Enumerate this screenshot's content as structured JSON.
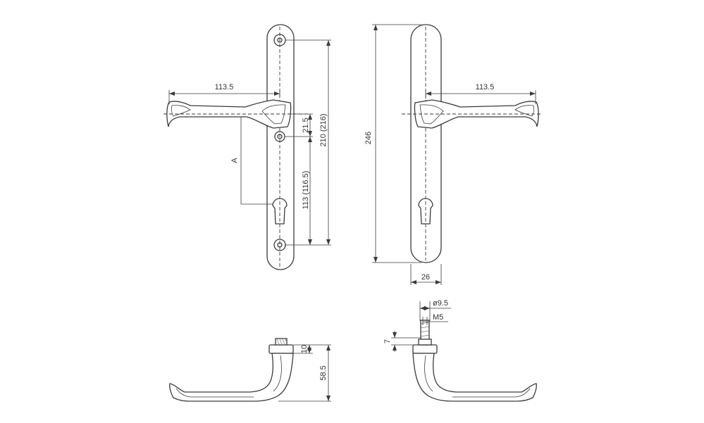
{
  "dimensions": {
    "front_lever_projection": "113.5",
    "lever_to_upper_screw": "21.5",
    "fixing_centres": "210 (216)",
    "lever_to_cylinder": "113 (116.5)",
    "backplate_offset": "A",
    "back_lever_projection": "113.5",
    "overall_height": "246",
    "plate_width": "26",
    "spindle_height": "10",
    "side_lever_height": "58.5",
    "bolt_diameter": "ø9.5",
    "bolt_thread": "M5",
    "bolt_height": "7"
  }
}
